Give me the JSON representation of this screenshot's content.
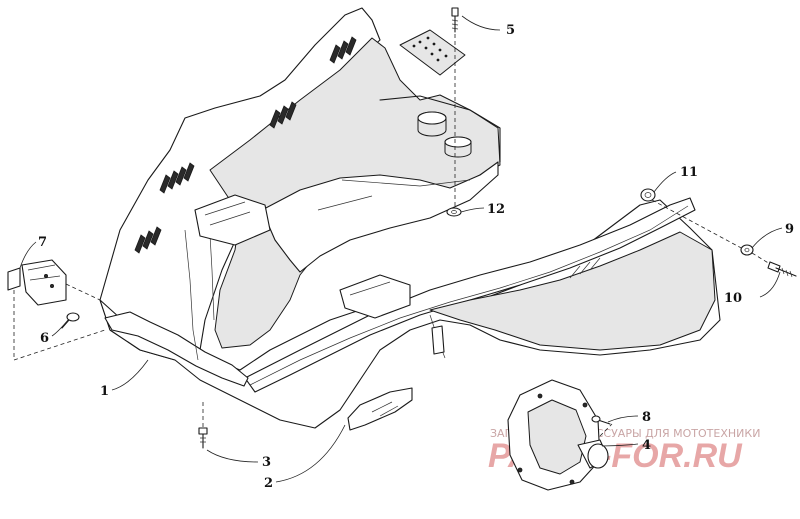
{
  "diagram": {
    "callouts": {
      "p1": "1",
      "p2": "2",
      "p3": "3",
      "p4": "4",
      "p5": "5",
      "p6": "6",
      "p7": "7",
      "p8": "8",
      "p9": "9",
      "p10": "10",
      "p11": "11",
      "p12": "12"
    }
  },
  "watermark": {
    "tagline": "ЗАПЧАСТИ И АКСЕССУАРЫ ДЛЯ МОТОТЕХНИКИ",
    "brand": "PARTS-FOR.RU"
  }
}
